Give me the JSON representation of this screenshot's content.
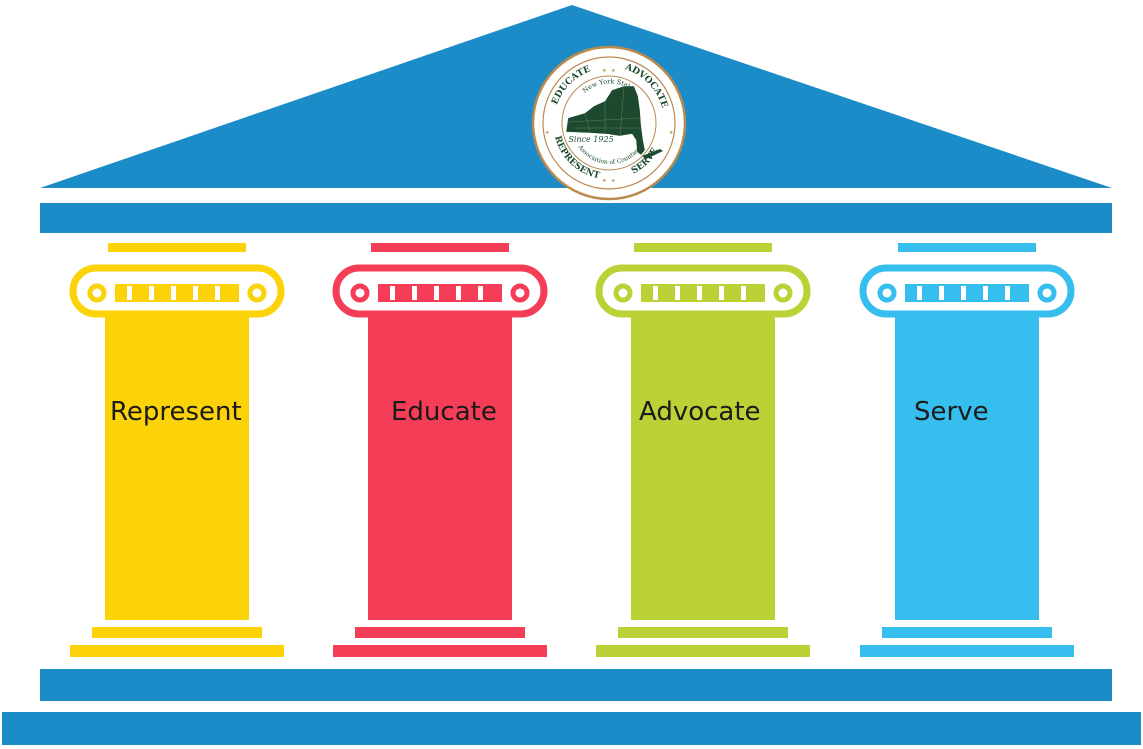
{
  "colors": {
    "building": "#1C8CC8",
    "represent": "#FCD209",
    "educate": "#F53D58",
    "advocate": "#BCD136",
    "serve": "#36BEEF",
    "seal_green": "#1D4A2E",
    "seal_ring": "#B98A4E"
  },
  "seal": {
    "top_left": "EDUCATE",
    "top_right": "ADVOCATE",
    "bottom_left": "REPRESENT",
    "bottom_right": "SERVE",
    "inner_top": "New York State",
    "inner_bottom": "Association of Counties",
    "since": "Since 1925"
  },
  "pillars": [
    {
      "label": "Represent",
      "color_key": "represent"
    },
    {
      "label": "Educate",
      "color_key": "educate"
    },
    {
      "label": "Advocate",
      "color_key": "advocate"
    },
    {
      "label": "Serve",
      "color_key": "serve"
    }
  ]
}
